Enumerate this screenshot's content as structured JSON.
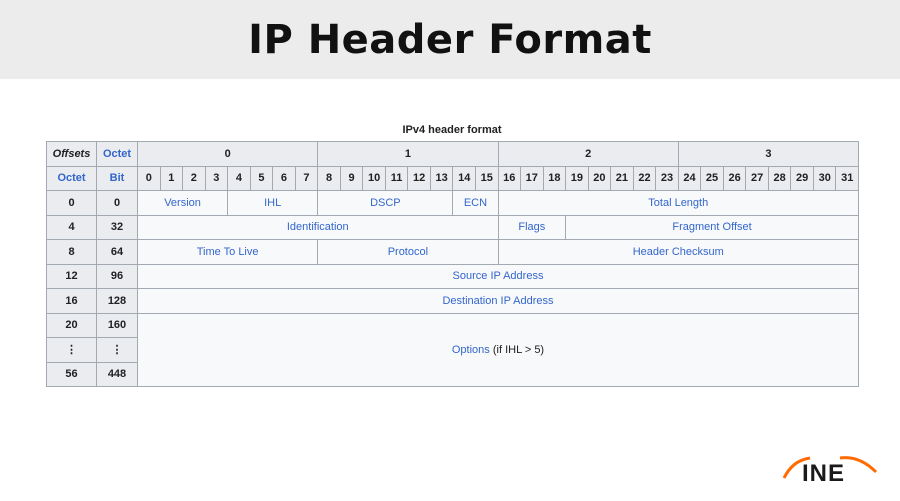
{
  "title": "IP Header Format",
  "caption": "IPv4 header format",
  "header_row1": {
    "offsets": "Offsets",
    "octet": "Octet",
    "octets": [
      "0",
      "1",
      "2",
      "3"
    ]
  },
  "header_row2": {
    "octet": "Octet",
    "bit": "Bit",
    "bits": [
      "0",
      "1",
      "2",
      "3",
      "4",
      "5",
      "6",
      "7",
      "8",
      "9",
      "10",
      "11",
      "12",
      "13",
      "14",
      "15",
      "16",
      "17",
      "18",
      "19",
      "20",
      "21",
      "22",
      "23",
      "24",
      "25",
      "26",
      "27",
      "28",
      "29",
      "30",
      "31"
    ]
  },
  "rows": [
    {
      "octet": "0",
      "bit": "0",
      "fields": [
        {
          "label": "Version",
          "bits": 4
        },
        {
          "label": "IHL",
          "bits": 4
        },
        {
          "label": "DSCP",
          "bits": 6
        },
        {
          "label": "ECN",
          "bits": 2
        },
        {
          "label": "Total Length",
          "bits": 16
        }
      ]
    },
    {
      "octet": "4",
      "bit": "32",
      "fields": [
        {
          "label": "Identification",
          "bits": 16
        },
        {
          "label": "Flags",
          "bits": 3
        },
        {
          "label": "Fragment Offset",
          "bits": 13
        }
      ]
    },
    {
      "octet": "8",
      "bit": "64",
      "fields": [
        {
          "label": "Time To Live",
          "bits": 8
        },
        {
          "label": "Protocol",
          "bits": 8
        },
        {
          "label": "Header Checksum",
          "bits": 16
        }
      ]
    },
    {
      "octet": "12",
      "bit": "96",
      "fields": [
        {
          "label": "Source IP Address",
          "bits": 32
        }
      ]
    },
    {
      "octet": "16",
      "bit": "128",
      "fields": [
        {
          "label": "Destination IP Address",
          "bits": 32
        }
      ]
    }
  ],
  "options_rows": [
    {
      "octet": "20",
      "bit": "160"
    },
    {
      "octet": "⋮",
      "bit": "⋮"
    },
    {
      "octet": "56",
      "bit": "448"
    }
  ],
  "options": {
    "label": "Options",
    "suffix": " (if IHL > 5)"
  },
  "logo": {
    "text": "INE",
    "color": "#ff6b00"
  }
}
